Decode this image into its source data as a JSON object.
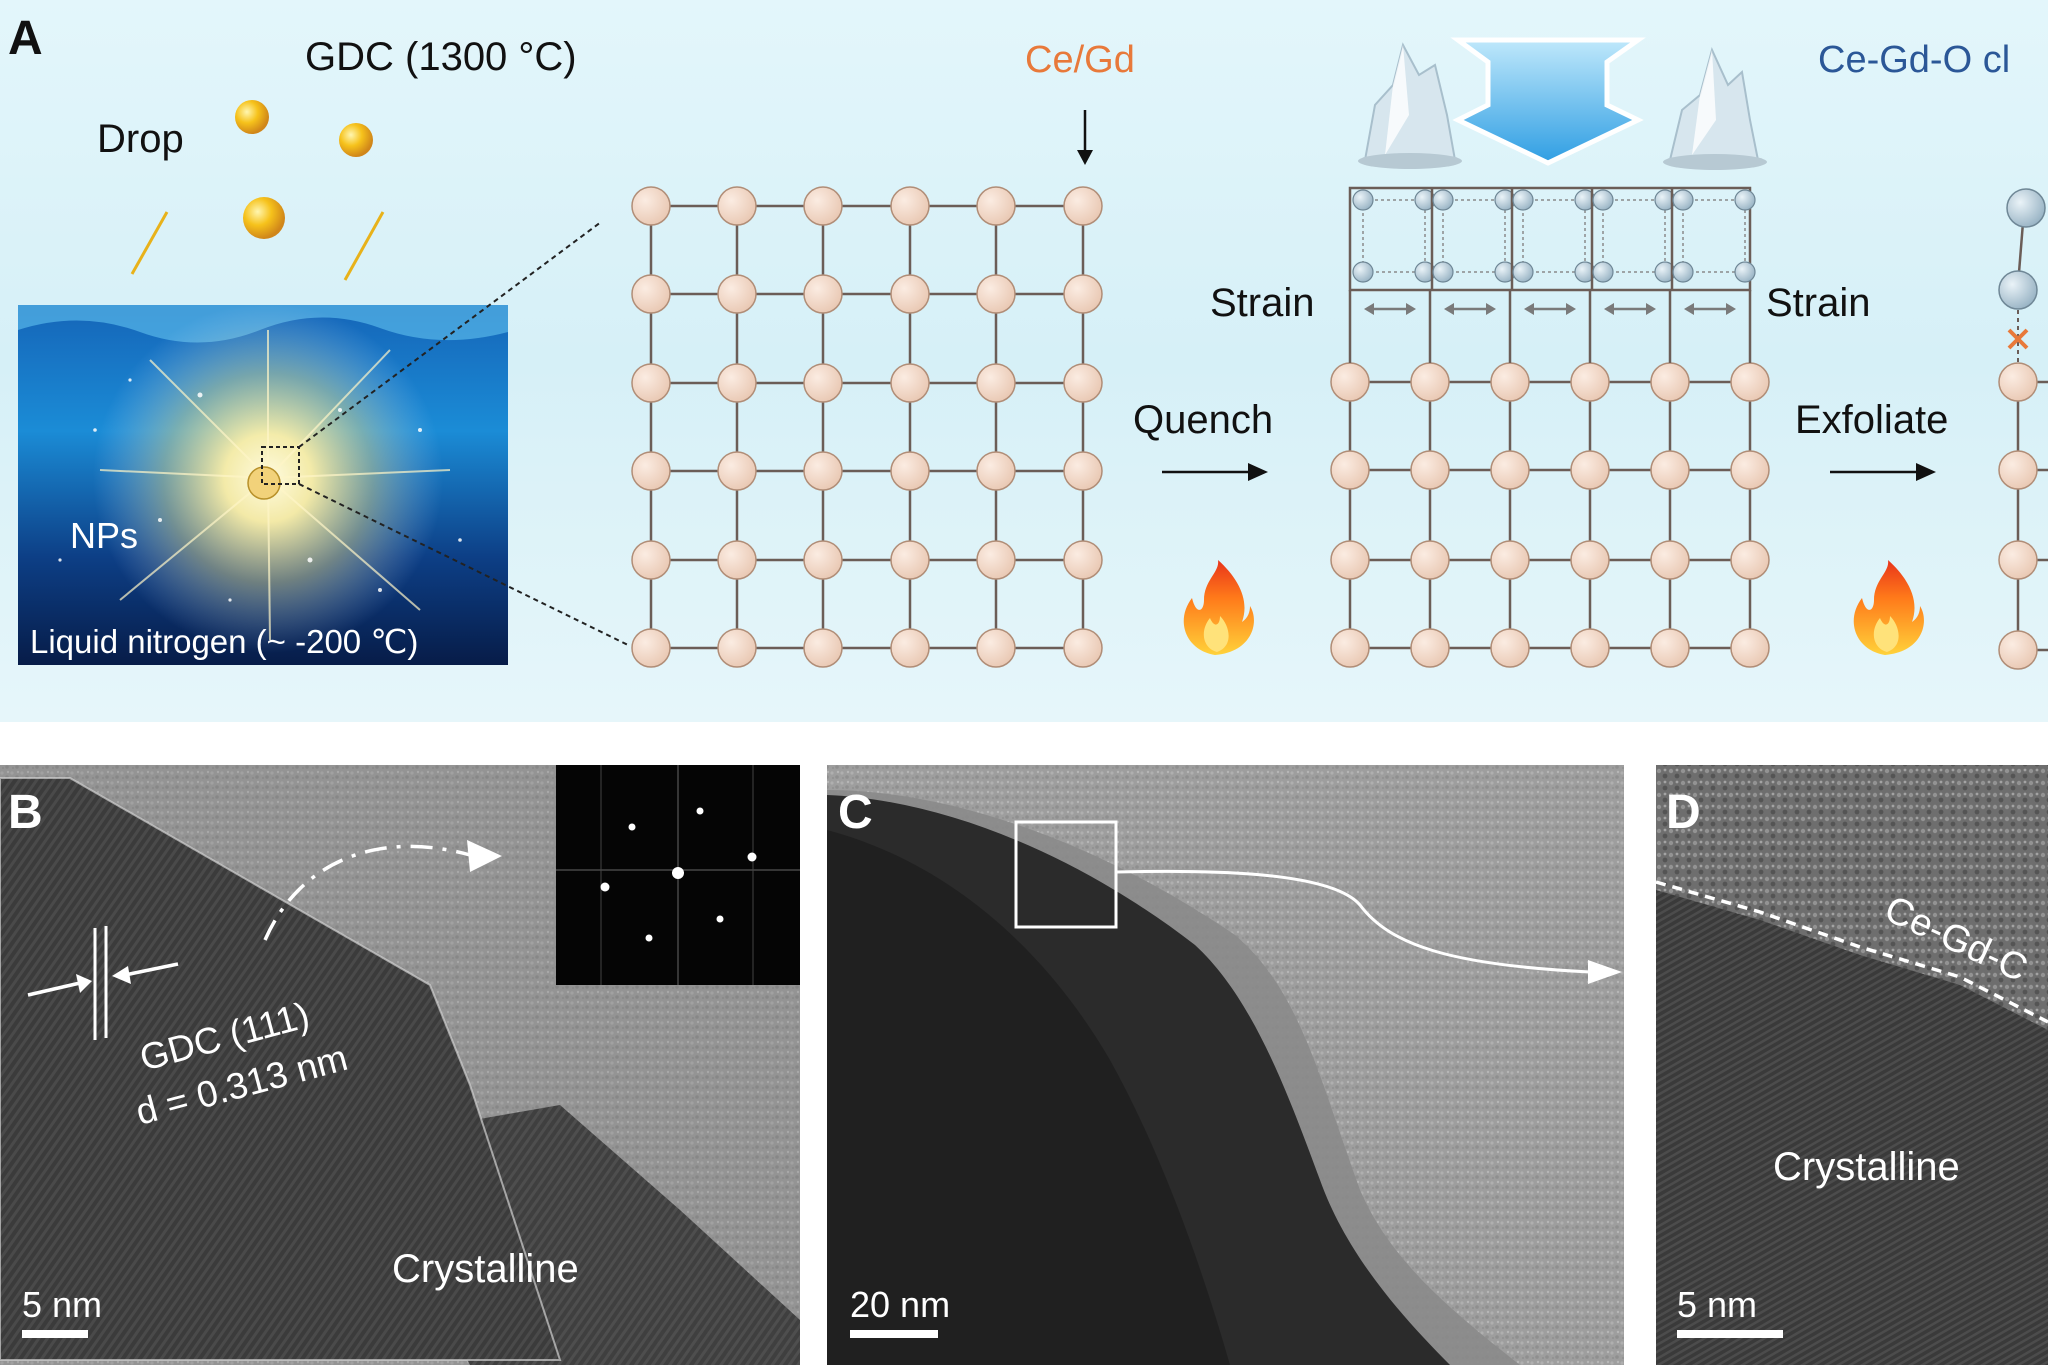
{
  "panel_a": {
    "letter": "A",
    "gdc_label": "GDC (1300 °C)",
    "drop_label": "Drop",
    "nps_label": "NPs",
    "ln2_label": "Liquid nitrogen (~ -200 ℃)",
    "cegd_label": "Ce/Gd",
    "cluster_label": "Ce-Gd-O cl",
    "strain_left": "Strain",
    "strain_right": "Strain",
    "quench_label": "Quench",
    "exfoliate_label": "Exfoliate",
    "colors": {
      "background": "#d9f1f8",
      "atom": "#f2d8c8",
      "bond": "#6b5d57",
      "cegd_text": "#e8793a",
      "cluster_text": "#2b5797",
      "arrow_blue": "#3aa7e6"
    }
  },
  "panel_b": {
    "letter": "B",
    "lattice_label": "GDC (111)",
    "spacing_label": "d = 0.313 nm",
    "phase_label": "Crystalline",
    "scale_bar": "5 nm"
  },
  "panel_c": {
    "letter": "C",
    "scale_bar": "20 nm"
  },
  "panel_d": {
    "letter": "D",
    "phase_label": "Crystalline",
    "amorphous_label": "Ce-Gd-C",
    "scale_bar": "5 nm"
  }
}
